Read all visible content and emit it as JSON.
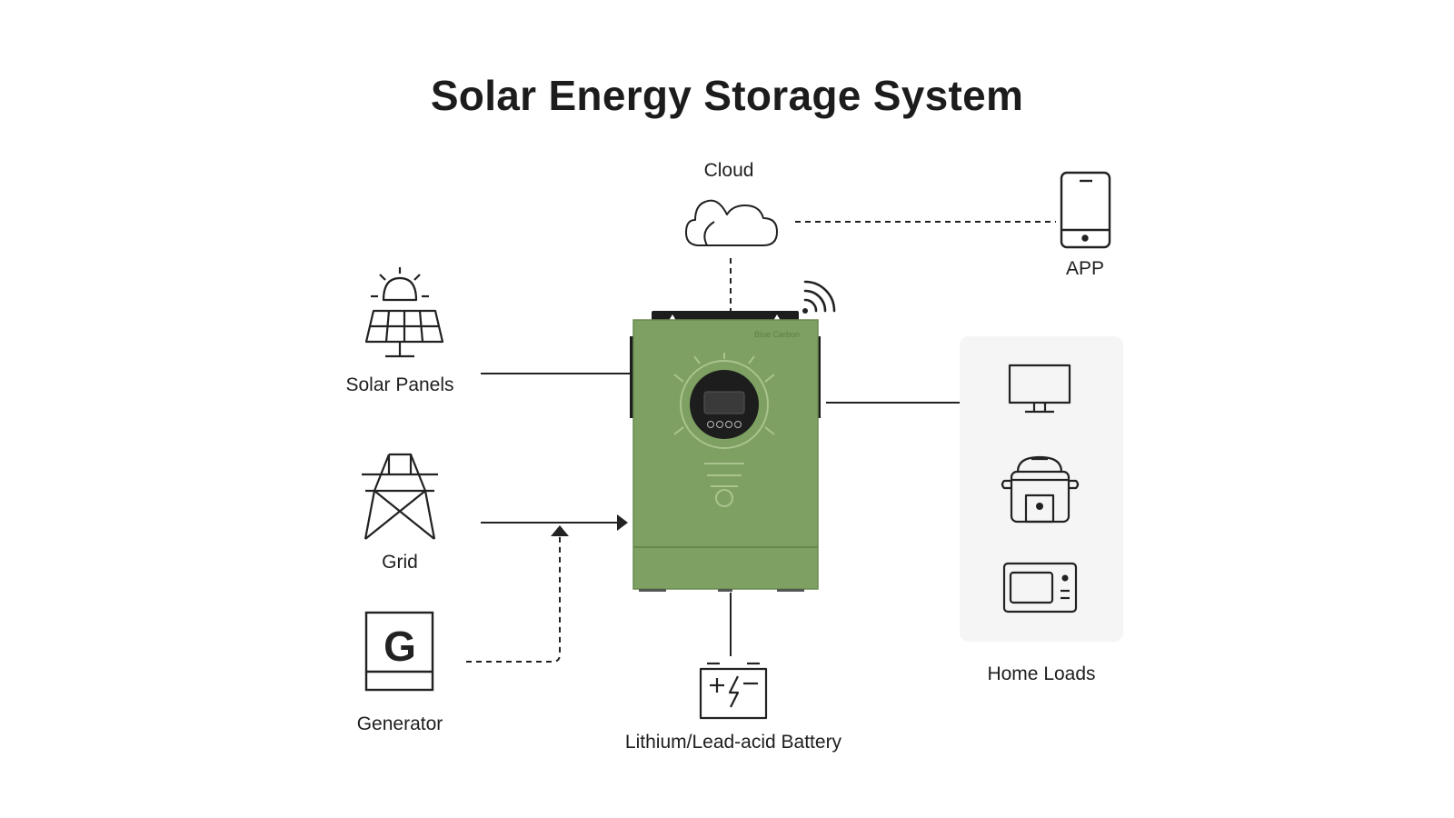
{
  "title": "Solar Energy Storage System",
  "colors": {
    "inverter_body": "#7ea062",
    "inverter_dark": "#1d1d1d",
    "line": "#222222",
    "panel_bg": "#f5f5f5"
  },
  "nodes": {
    "cloud": {
      "label": "Cloud",
      "icon": "cloud-icon"
    },
    "app": {
      "label": "APP",
      "icon": "smartphone-icon"
    },
    "solar_panels": {
      "label": "Solar Panels",
      "icon": "solar-panel-icon"
    },
    "grid": {
      "label": "Grid",
      "icon": "power-tower-icon"
    },
    "generator": {
      "label": "Generator",
      "icon": "generator-icon",
      "glyph": "G"
    },
    "battery": {
      "label": "Lithium/Lead-acid Battery",
      "icon": "battery-icon"
    },
    "home_loads": {
      "label": "Home Loads",
      "icons": [
        "monitor-icon",
        "rice-cooker-icon",
        "microwave-icon"
      ]
    },
    "inverter": {
      "brand": "Blue Carbon",
      "icon": "inverter-icon"
    }
  },
  "connections": [
    {
      "from": "cloud",
      "to": "app",
      "style": "dashed"
    },
    {
      "from": "cloud",
      "to": "inverter",
      "style": "dashed"
    },
    {
      "from": "solar_panels",
      "to": "inverter",
      "style": "solid"
    },
    {
      "from": "grid",
      "to": "inverter",
      "style": "solid-arrow"
    },
    {
      "from": "generator",
      "to": "grid-line",
      "style": "dashed-arrow"
    },
    {
      "from": "inverter",
      "to": "home_loads",
      "style": "solid"
    },
    {
      "from": "inverter",
      "to": "battery",
      "style": "solid"
    }
  ]
}
